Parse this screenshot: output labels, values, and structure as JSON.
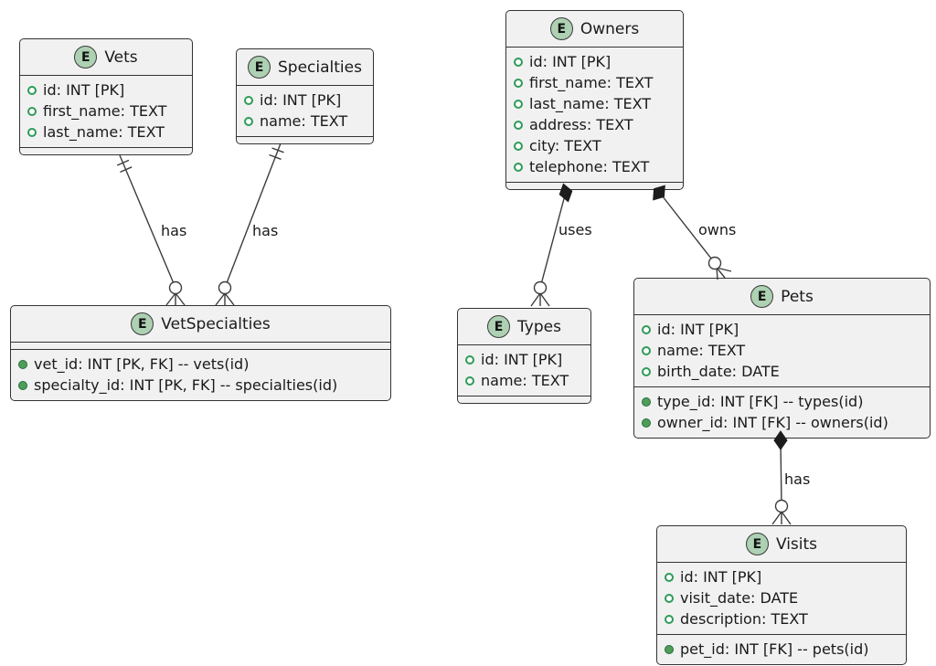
{
  "diagram_type": "entity-relationship",
  "badge_letter": "E",
  "colors": {
    "background": "#ffffff",
    "entity_fill": "#f1f1f1",
    "entity_border": "#333333",
    "badge_fill": "#add1b2",
    "badge_border": "#3a3a3a",
    "text": "#1a1a1a",
    "line": "#3c3c3c",
    "bullet_open": "#2e9b57",
    "bullet_filled": "#4f9e58",
    "bullet_filled_border": "#266e40",
    "diamond": "#1c1c1c"
  },
  "entities": {
    "vets": {
      "title": "Vets",
      "fields": [
        "id: INT [PK]",
        "first_name: TEXT",
        "last_name: TEXT"
      ]
    },
    "specialties": {
      "title": "Specialties",
      "fields": [
        "id: INT [PK]",
        "name: TEXT"
      ]
    },
    "vetspecialties": {
      "title": "VetSpecialties",
      "key_fields": [
        "vet_id: INT [PK, FK] -- vets(id)",
        "specialty_id: INT [PK, FK] -- specialties(id)"
      ]
    },
    "owners": {
      "title": "Owners",
      "fields": [
        "id: INT [PK]",
        "first_name: TEXT",
        "last_name: TEXT",
        "address: TEXT",
        "city: TEXT",
        "telephone: TEXT"
      ]
    },
    "types": {
      "title": "Types",
      "fields": [
        "id: INT [PK]",
        "name: TEXT"
      ]
    },
    "pets": {
      "title": "Pets",
      "fields": [
        "id: INT [PK]",
        "name: TEXT",
        "birth_date: DATE"
      ],
      "key_fields": [
        "type_id: INT [FK] -- types(id)",
        "owner_id: INT [FK] -- owners(id)"
      ]
    },
    "visits": {
      "title": "Visits",
      "fields": [
        "id: INT [PK]",
        "visit_date: DATE",
        "description: TEXT"
      ],
      "key_fields": [
        "pet_id: INT [FK] -- pets(id)"
      ]
    }
  },
  "relationships": [
    {
      "label": "has",
      "from": "Vets",
      "to": "VetSpecialties",
      "from_marker": "exactly-one-ticks",
      "to_marker": "zero-or-many-crow-foot"
    },
    {
      "label": "has",
      "from": "Specialties",
      "to": "VetSpecialties",
      "from_marker": "exactly-one-ticks",
      "to_marker": "zero-or-many-crow-foot"
    },
    {
      "label": "uses",
      "from": "Owners",
      "to": "Types",
      "from_marker": "composition-diamond",
      "to_marker": "zero-or-many-crow-foot"
    },
    {
      "label": "owns",
      "from": "Owners",
      "to": "Pets",
      "from_marker": "composition-diamond",
      "to_marker": "zero-or-many-crow-foot"
    },
    {
      "label": "has",
      "from": "Pets",
      "to": "Visits",
      "from_marker": "composition-diamond",
      "to_marker": "zero-or-many-crow-foot"
    }
  ]
}
